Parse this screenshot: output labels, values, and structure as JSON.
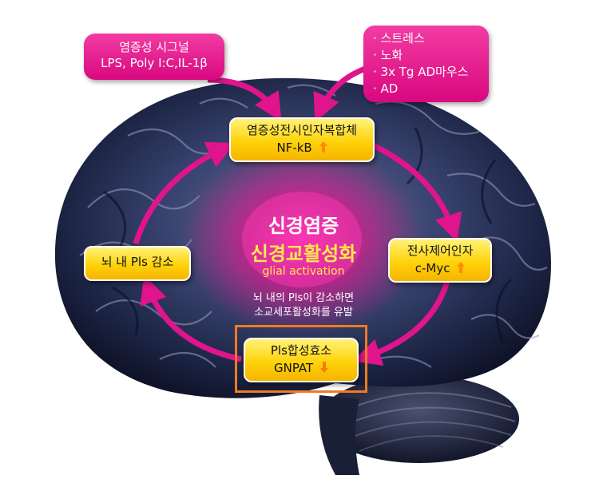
{
  "signal_box": {
    "line1": "염증성 시그널",
    "line2": "LPS, Poly I:C,IL-1β"
  },
  "causes_box": {
    "items": [
      "스트레스",
      "노화",
      "3x Tg AD마우스",
      "AD"
    ]
  },
  "node_nfkb": {
    "label": "염증성전시인자복합체",
    "sublabel": "NF-kB",
    "trend": "up"
  },
  "node_cmyc": {
    "label": "전사제어인자",
    "sublabel": "c-Myc",
    "trend": "up"
  },
  "node_pls_decrease": {
    "label": "뇌 내 Pls 감소"
  },
  "node_gnpat": {
    "label": "Pls합성효소",
    "sublabel": "GNPAT",
    "trend": "down"
  },
  "center": {
    "title_line1": "신경염증",
    "title_line2": "신경교활성화",
    "title_line3": "glial activation"
  },
  "note": {
    "line1": "뇌 내의 Pls이 감소하면",
    "line2": "소교세포활성화를 유발"
  },
  "colors": {
    "pink": "#e0148c",
    "yellow": "#ffd30a",
    "arrow_up": "#ff8a00",
    "arrow_down": "#ff7a00",
    "highlight": "#f07a23",
    "brain_dark": "#1b2440"
  }
}
